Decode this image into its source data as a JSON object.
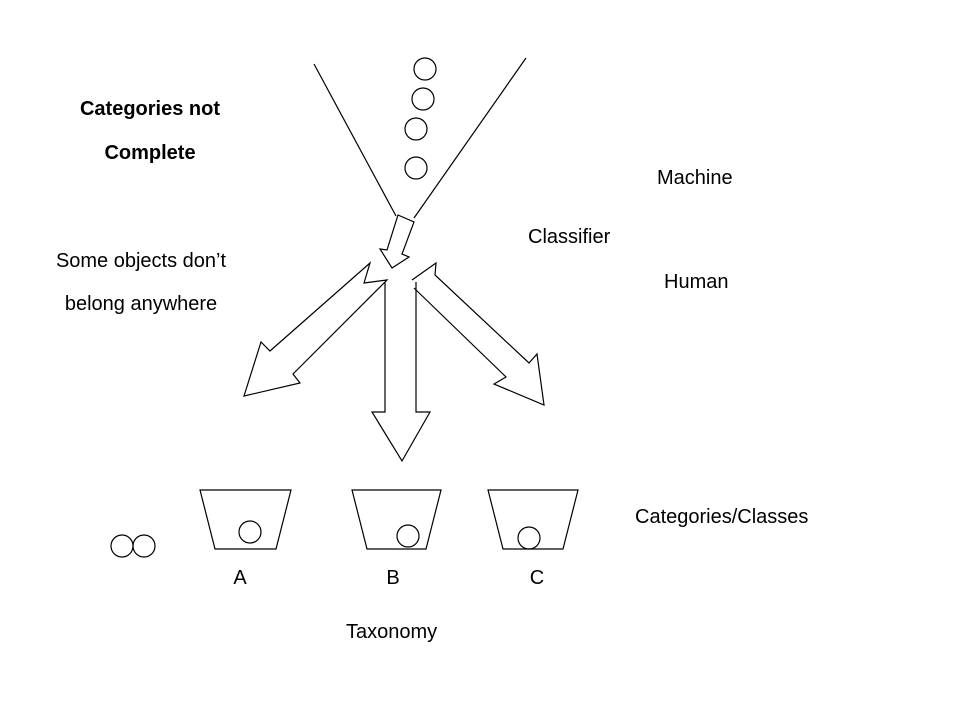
{
  "labels": {
    "categories_not_complete_line1": "Categories not",
    "categories_not_complete_line2": "Complete",
    "some_objects_line1": "Some objects don’t",
    "some_objects_line2": "belong anywhere",
    "machine": "Machine",
    "classifier": "Classifier",
    "human": "Human",
    "categories_classes": "Categories/Classes",
    "taxonomy": "Taxonomy"
  },
  "bins": [
    {
      "label": "A"
    },
    {
      "label": "B"
    },
    {
      "label": "C"
    }
  ],
  "colors": {
    "stroke": "#000000",
    "background": "#ffffff"
  }
}
